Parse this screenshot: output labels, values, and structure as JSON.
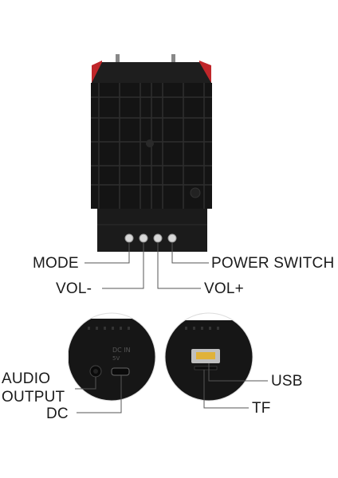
{
  "labels": {
    "mode": "MODE",
    "vol_minus": "VOL-",
    "power_switch": "POWER SWITCH",
    "vol_plus": "VOL+",
    "audio": "AUDIO",
    "output": "OUTPUT",
    "dc": "DC",
    "usb": "USB",
    "tf": "TF"
  },
  "colors": {
    "body": "#141414",
    "red_trim": "#c0262a",
    "button": "#d8d8d8",
    "usb_port": "#e0b23a"
  }
}
